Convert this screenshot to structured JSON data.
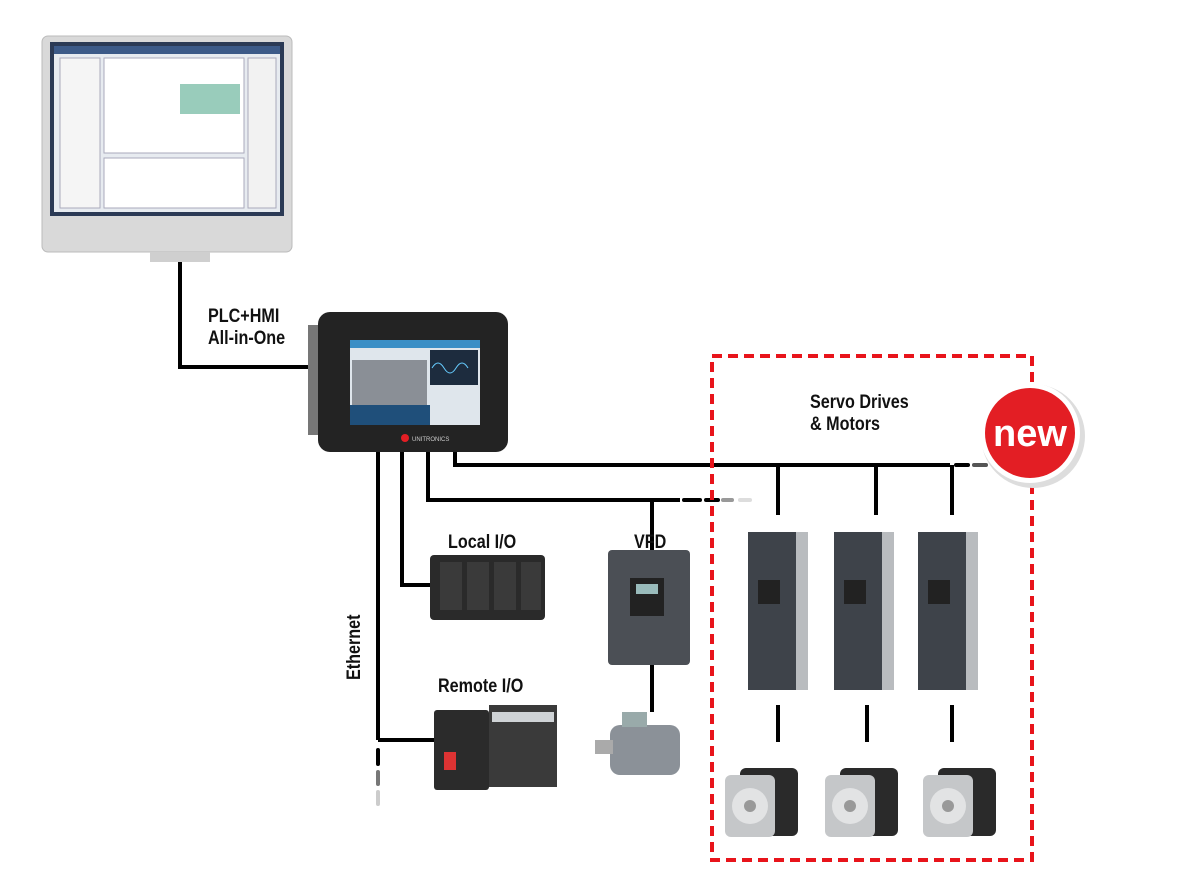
{
  "labels": {
    "plc_hmi_line1": "PLC+HMI",
    "plc_hmi_line2": "All-in-One",
    "local_io": "Local I/O",
    "vfd": "VFD",
    "remote_io": "Remote I/O",
    "ethernet": "Ethernet",
    "servo_line1": "Servo Drives",
    "servo_line2": "& Motors"
  },
  "badge": {
    "text": "new",
    "color": "#e31e24"
  },
  "hmi_brand": "UNITRONICS",
  "colors": {
    "frame": "#e8141b",
    "wire": "#000000"
  }
}
